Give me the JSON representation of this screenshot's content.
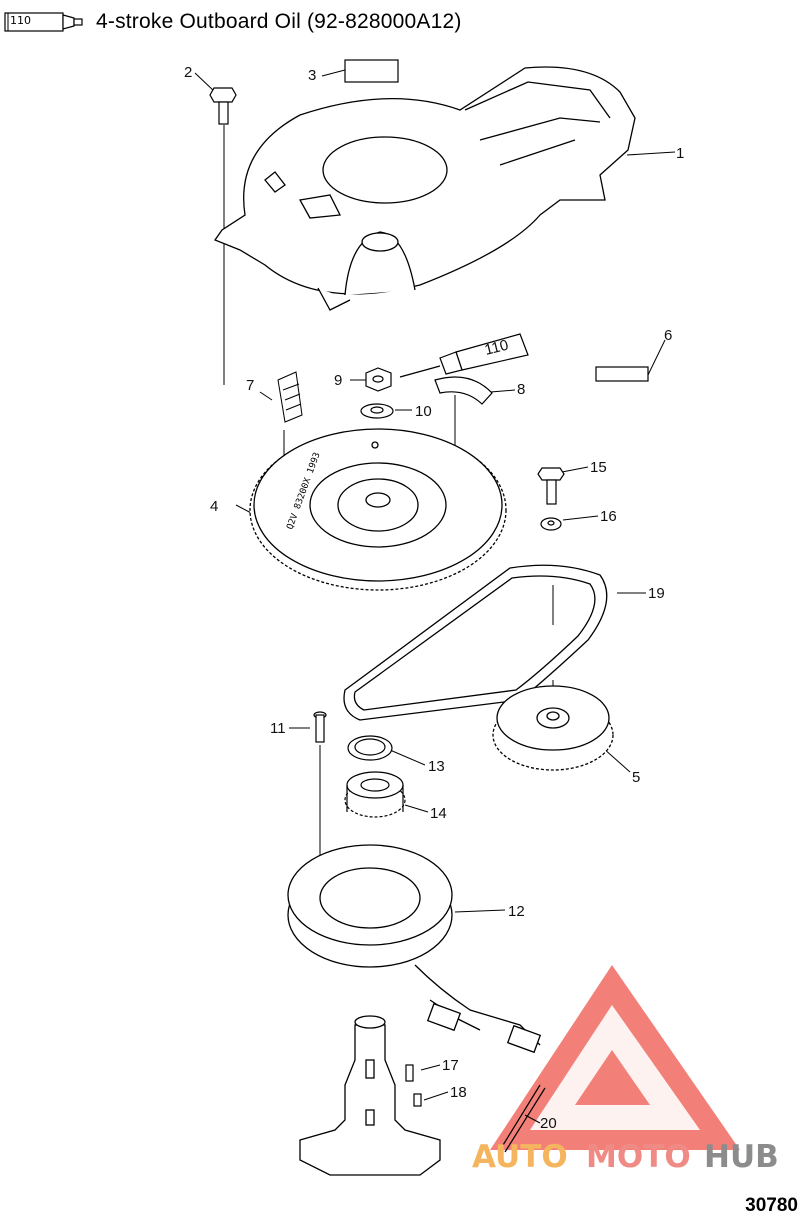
{
  "header": {
    "tube_label": "110",
    "title": "4-stroke Outboard Oil (92-828000A12)"
  },
  "callouts": [
    "1",
    "2",
    "3",
    "4",
    "5",
    "6",
    "7",
    "8",
    "9",
    "10",
    "11",
    "12",
    "13",
    "14",
    "15",
    "16",
    "17",
    "18",
    "19",
    "20"
  ],
  "tube_label_inline": "110",
  "flywheel_text": "Q2V 83200X 1993",
  "watermark": {
    "part1": "AUTO",
    "part2": "MOTO",
    "part3": "HUB",
    "colors": {
      "auto": "#f5b55e",
      "moto": "#ef8a84",
      "hub": "#8c8c8c",
      "logo": "#f06a62"
    }
  },
  "figure_id": "30780"
}
